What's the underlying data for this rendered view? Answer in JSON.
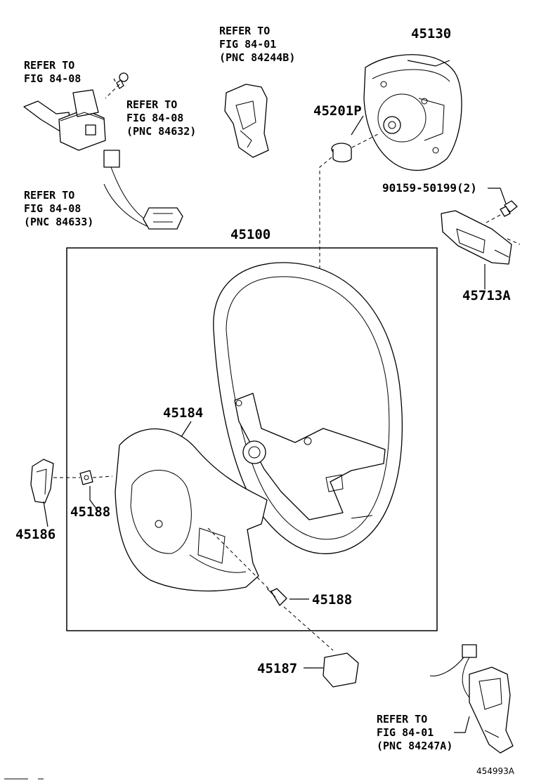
{
  "callouts": {
    "p45130": "45130",
    "p45201p": "45201P",
    "p90159": "90159-50199(2)",
    "p45713a": "45713A",
    "p45100": "45100",
    "p45184": "45184",
    "p45186": "45186",
    "p45188_left": "45188",
    "p45188_bottom": "45188",
    "p45187": "45187"
  },
  "references": {
    "top_left": {
      "line1": "REFER TO",
      "line2": "FIG 84-08"
    },
    "mid_left": {
      "line1": "REFER TO",
      "line2": "FIG 84-08",
      "line3": "(PNC 84632)"
    },
    "left_lower": {
      "line1": "REFER TO",
      "line2": "FIG 84-08",
      "line3": "(PNC 84633)"
    },
    "top_center": {
      "line1": "REFER TO",
      "line2": "FIG 84-01",
      "line3": "(PNC 84244B)"
    },
    "bottom_right": {
      "line1": "REFER TO",
      "line2": "FIG 84-01",
      "line3": "(PNC 84247A)"
    }
  },
  "figure_id": "454993A"
}
